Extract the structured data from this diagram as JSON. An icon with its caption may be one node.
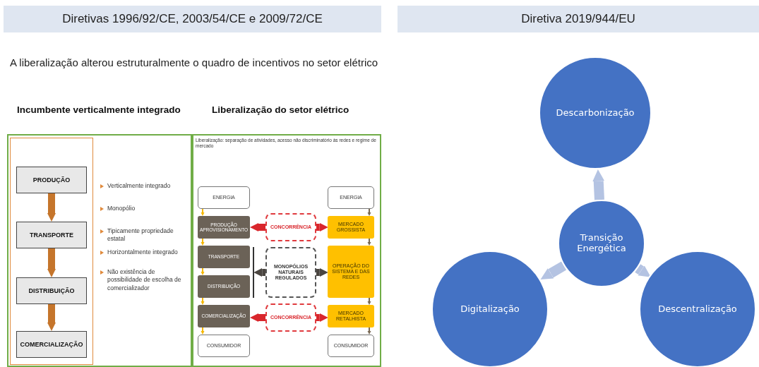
{
  "diagram": {
    "nodes": [
      {
        "text": [
          "Diretivas 1996/92/CE, 2003/54/CE e 2009/72/CE"
        ]
      },
      {
        "text": [
          "Diretiva 2019/944/EU"
        ]
      },
      {
        "text": [
          "Incumbente verticalmente integrado",
          "Verticalmente integrado",
          "Monopólio",
          "Tipicamente propriedade estatal",
          "Horizontalmente integrado",
          "Não existência de possibilidade de escolha de comercializador"
        ]
      },
      {
        "text": [],
        "shape": "box",
        "in": 2
      },
      {
        "text": [
          "PRODUÇÃO"
        ],
        "in": 3
      },
      {
        "text": [
          "TRANSPORTE"
        ],
        "in": 3
      },
      {
        "text": [
          "DISTRIBUIÇÃO"
        ],
        "in": 3
      },
      {
        "text": [
          "COMERCIALIZAÇÃO"
        ],
        "in": 3
      },
      {
        "text": [
          "Liberalização do setor elétrico",
          "Liberalização: separação de atividades, acesso não discriminatório às redes e regime de mercado"
        ]
      },
      {
        "text": [
          "ENERGIA"
        ],
        "in": 8
      },
      {
        "text": [
          "PRODUÇÃO APROVISIONAMENTO"
        ],
        "in": 8
      },
      {
        "text": [
          "TRANSPORTE"
        ],
        "in": 8
      },
      {
        "text": [
          "DISTRIBUIÇÃO"
        ],
        "in": 8
      },
      {
        "text": [
          "COMERCIALIZAÇÃO"
        ],
        "in": 8
      },
      {
        "text": [
          "CONSUMIDOR"
        ],
        "in": 8
      },
      {
        "text": [],
        "shape": "bar",
        "in": 8
      },
      {
        "text": [
          "CONCORRÊNCIA"
        ],
        "in": 8
      },
      {
        "text": [
          "MONOPÓLIOS NATURAIS REGULADOS"
        ],
        "in": 8
      },
      {
        "text": [
          "CONCORRÊNCIA"
        ],
        "in": 8
      },
      {
        "text": [
          "ENERGIA"
        ],
        "in": 8
      },
      {
        "text": [
          "MERCADO GROSSISTA"
        ],
        "in": 8
      },
      {
        "text": [
          "OPERAÇÃO DO SISTEMA E DAS REDES"
        ],
        "in": 8
      },
      {
        "text": [
          "MERCADO RETALHISTA"
        ],
        "in": 8
      },
      {
        "text": [
          "CONSUMIDOR"
        ],
        "in": 8
      },
      {
        "text": [
          "Descarbonização"
        ]
      },
      {
        "text": [
          "Transição Energética"
        ]
      },
      {
        "text": [
          "Digitalização"
        ]
      },
      {
        "text": [
          "Descentralização"
        ]
      }
    ],
    "edges": [
      {
        "from": 4,
        "to": 5,
        "arrow": "to",
        "color": "#c5752b"
      },
      {
        "from": 5,
        "to": 6,
        "arrow": "to",
        "color": "#c5752b"
      },
      {
        "from": 6,
        "to": 7,
        "arrow": "to",
        "color": "#c5752b"
      },
      {
        "from": 9,
        "to": 10,
        "arrow": "to",
        "color": "#f5b800"
      },
      {
        "from": 10,
        "to": 11,
        "arrow": "to",
        "color": "#f5b800"
      },
      {
        "from": 11,
        "to": 12,
        "arrow": "to",
        "color": "#f5b800"
      },
      {
        "from": 12,
        "to": 13,
        "arrow": "to",
        "color": "#f5b800"
      },
      {
        "from": 13,
        "to": 14,
        "arrow": "to",
        "color": "#f5b800"
      },
      {
        "from": 19,
        "to": 20,
        "arrow": "to",
        "color": "#7a6a55"
      },
      {
        "from": 20,
        "to": 21,
        "arrow": "to",
        "color": "#7a6a55"
      },
      {
        "from": 21,
        "to": 22,
        "arrow": "to",
        "color": "#7a6a55"
      },
      {
        "from": 22,
        "to": 23,
        "arrow": "to",
        "color": "#7a6a55"
      },
      {
        "from": 16,
        "to": 10,
        "arrow": "to",
        "color": "#d9262c"
      },
      {
        "from": 16,
        "to": 20,
        "arrow": "to",
        "color": "#d9262c"
      },
      {
        "from": 17,
        "to": 15,
        "arrow": "to",
        "color": "#4a4540"
      },
      {
        "from": 17,
        "to": 21,
        "arrow": "to",
        "color": "#4a4540"
      },
      {
        "from": 18,
        "to": 13,
        "arrow": "to",
        "color": "#d9262c"
      },
      {
        "from": 18,
        "to": 22,
        "arrow": "to",
        "color": "#d9262c"
      },
      {
        "from": 25,
        "to": 24,
        "arrow": "to",
        "color": "#b4c3e2"
      },
      {
        "from": 25,
        "to": 26,
        "arrow": "to",
        "color": "#b4c3e2"
      },
      {
        "from": 25,
        "to": 27,
        "arrow": "to",
        "color": "#b4c3e2"
      }
    ],
    "labels": [
      "A liberalização alterou estruturalmente o quadro de incentivos no setor elétrico"
    ]
  }
}
